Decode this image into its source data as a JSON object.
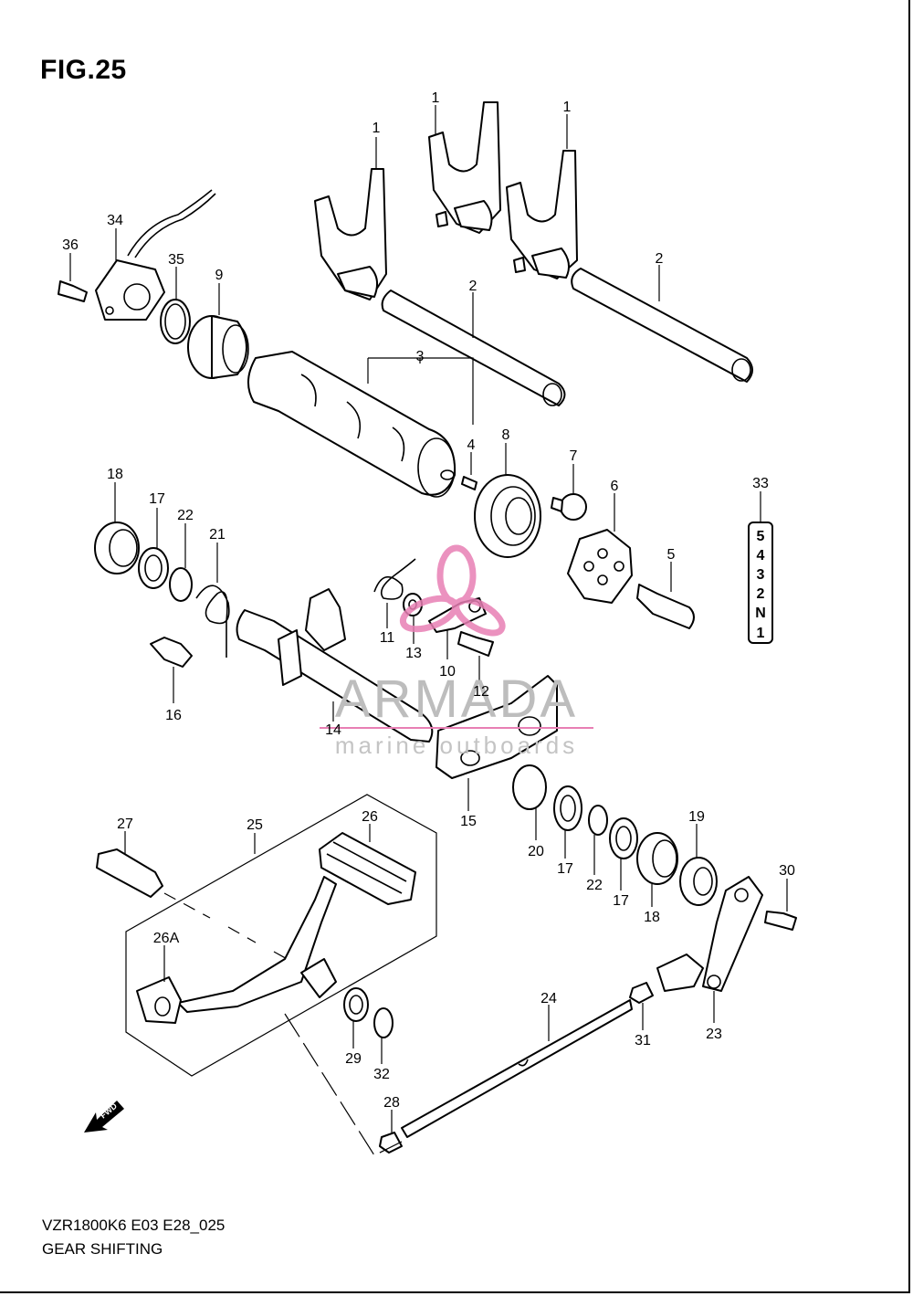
{
  "figure": {
    "title": "FIG.25"
  },
  "footer": {
    "code": "VZR1800K6 E03 E28_025",
    "title": "GEAR SHIFTING"
  },
  "watermark": {
    "brand": "ARMADA",
    "tagline": "marine outboards",
    "color": "#e87fb4"
  },
  "direction_arrow": {
    "text": "FWD"
  },
  "gear_indicator": {
    "positions": [
      "5",
      "4",
      "3",
      "2",
      "N",
      "1"
    ]
  },
  "callouts": [
    "1",
    "1",
    "1",
    "2",
    "2",
    "3",
    "4",
    "5",
    "6",
    "7",
    "8",
    "9",
    "10",
    "11",
    "12",
    "13",
    "14",
    "15",
    "16",
    "17",
    "17",
    "17",
    "18",
    "18",
    "19",
    "20",
    "21",
    "22",
    "22",
    "23",
    "24",
    "25",
    "26",
    "26A",
    "27",
    "28",
    "29",
    "30",
    "31",
    "32",
    "33",
    "34",
    "35",
    "36"
  ]
}
